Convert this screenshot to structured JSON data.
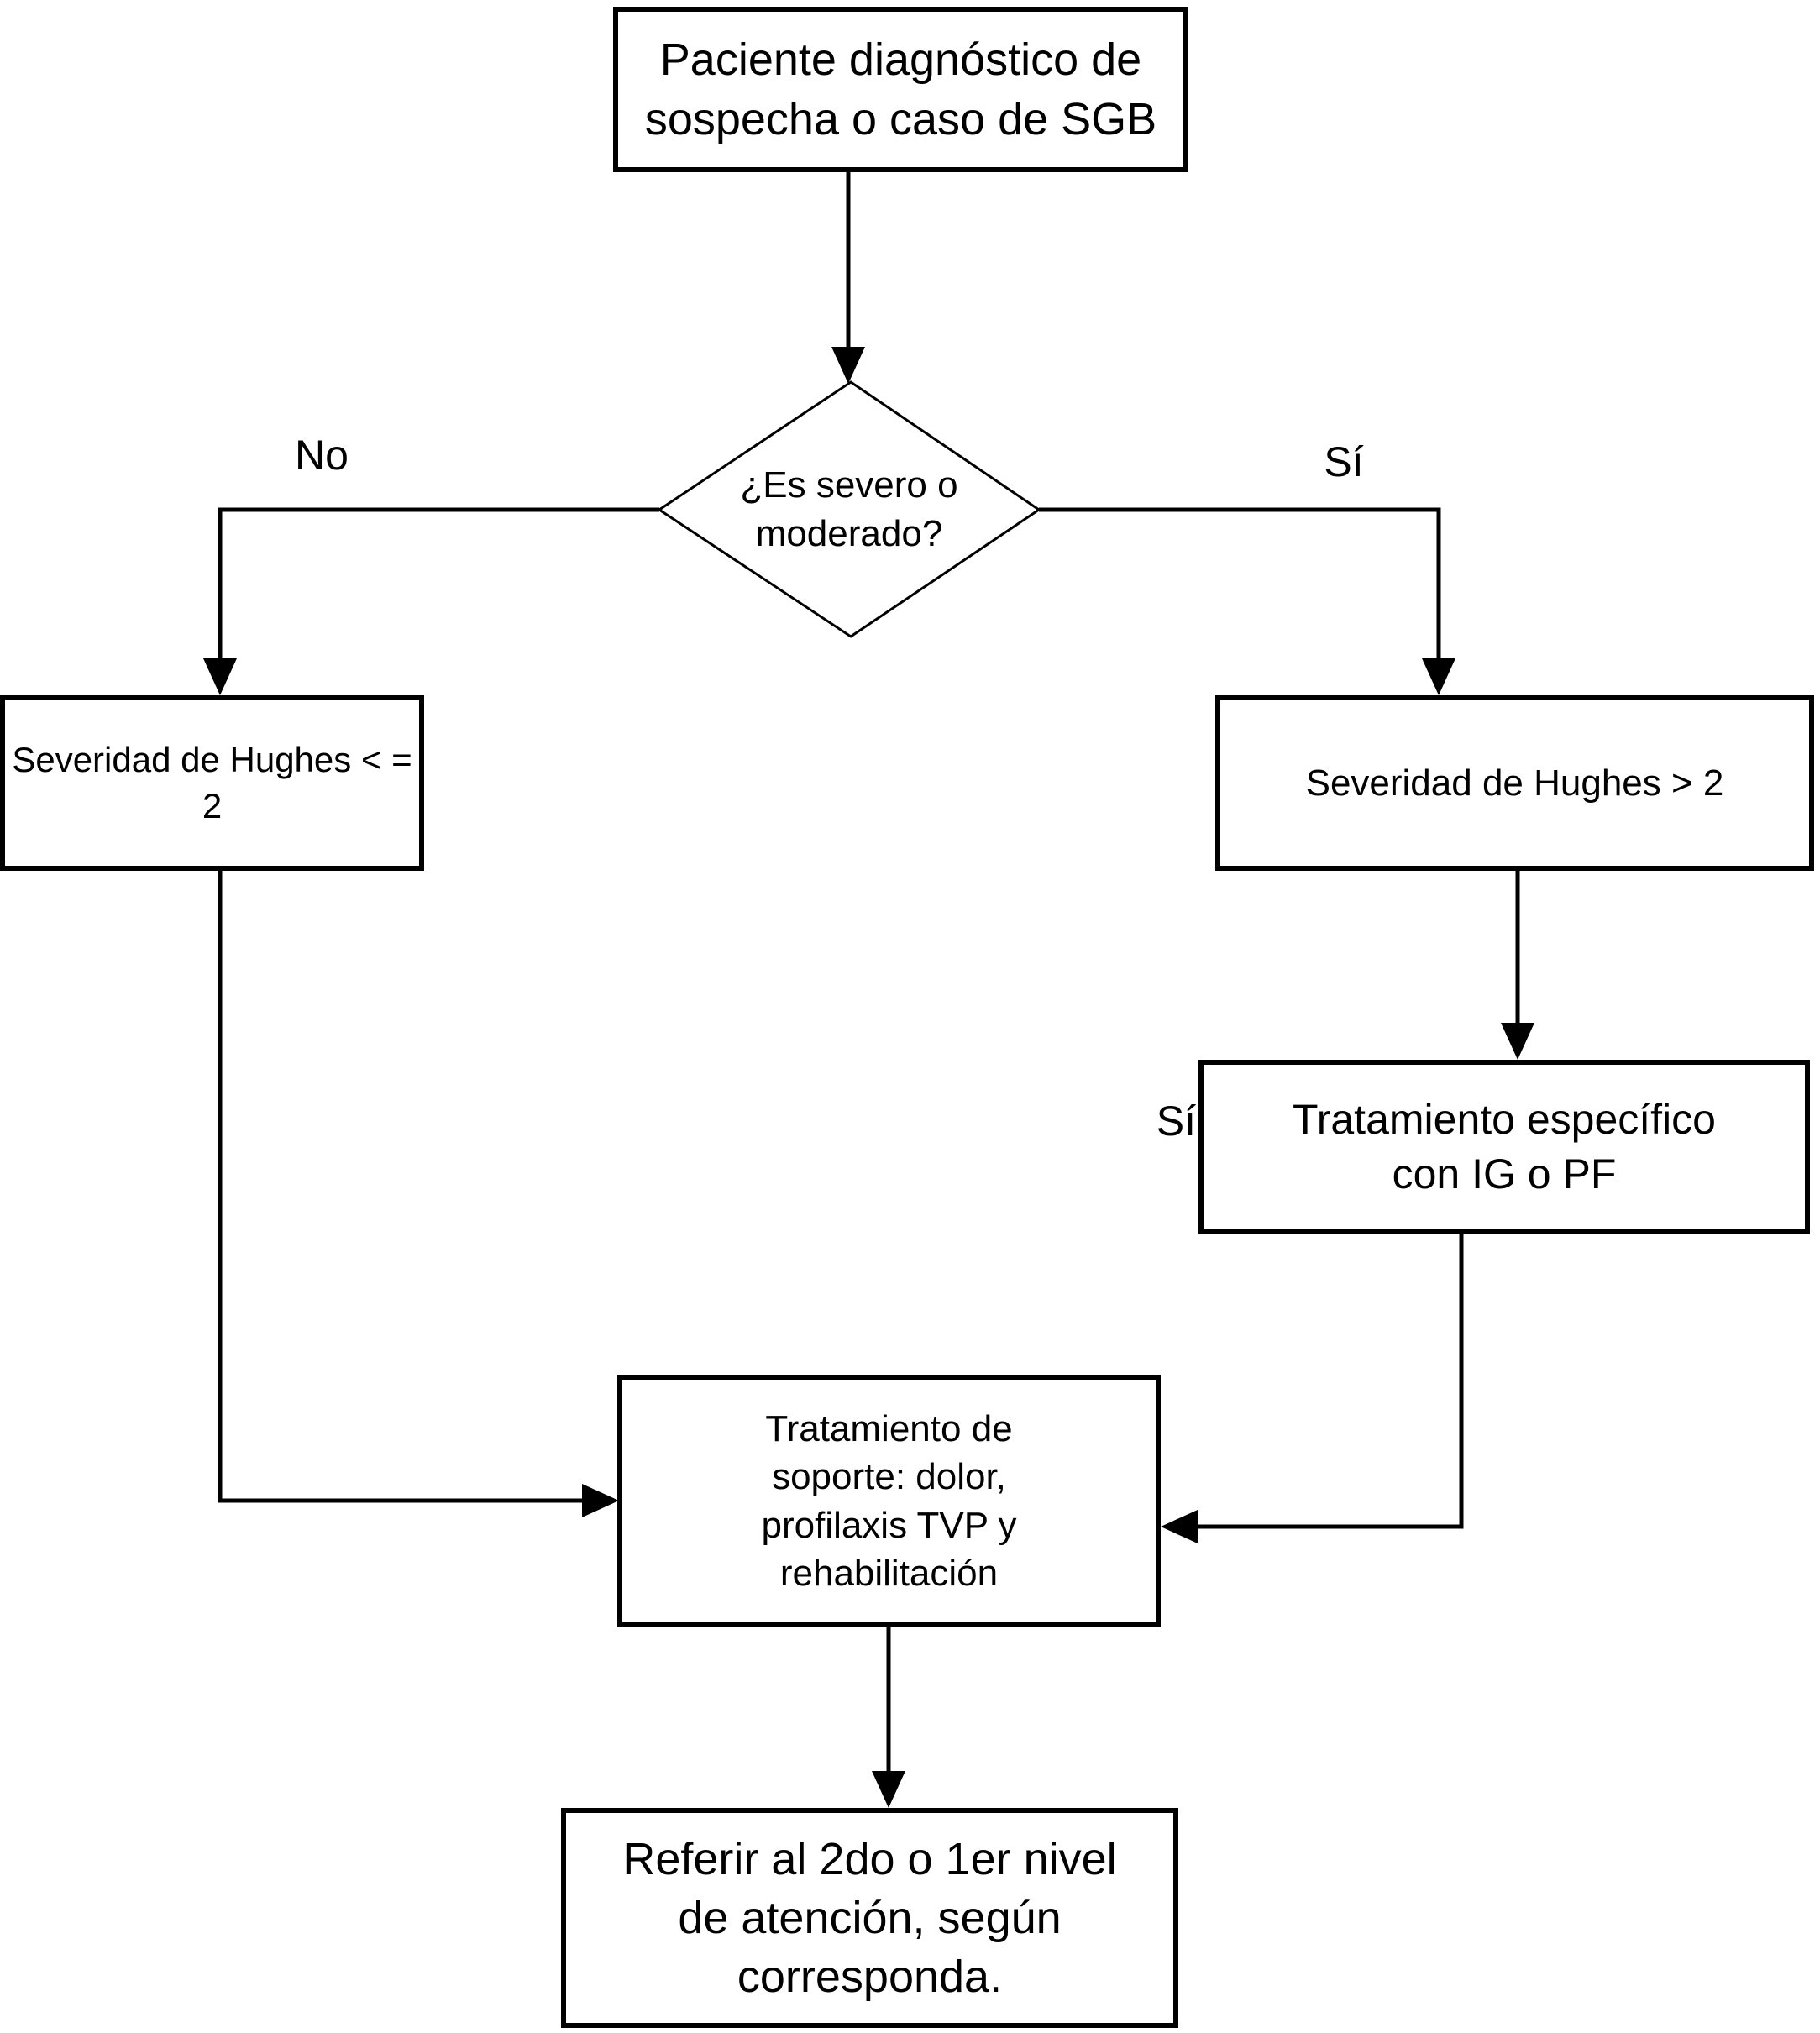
{
  "flowchart": {
    "background": "#ffffff",
    "line_color": "#000000",
    "text_color": "#000000",
    "nodes": {
      "start": {
        "shape": "rect",
        "text": "Paciente diagnóstico de\nsospecha o caso de SGB"
      },
      "decision": {
        "shape": "diamond",
        "text": "¿Es severo o\nmoderado?"
      },
      "hughes_low": {
        "shape": "rect",
        "text": "Severidad de Hughes < =\n2"
      },
      "hughes_high": {
        "shape": "rect",
        "text": "Severidad de Hughes > 2"
      },
      "specific_treatment": {
        "shape": "rect",
        "text": "Tratamiento específico\ncon IG o PF"
      },
      "support_treatment": {
        "shape": "rect",
        "text": "Tratamiento de\nsoporte: dolor,\nprofilaxis TVP y\nrehabilitación"
      },
      "refer": {
        "shape": "rect",
        "text": "Referir al 2do o 1er nivel\nde atención, según\ncorresponda."
      }
    },
    "edge_labels": {
      "no": "No",
      "si_decision": "Sí",
      "si_specific": "Sí"
    },
    "edges": [
      {
        "from": "start",
        "to": "decision",
        "label": ""
      },
      {
        "from": "decision",
        "to": "hughes_low",
        "label": "No"
      },
      {
        "from": "decision",
        "to": "hughes_high",
        "label": "Sí"
      },
      {
        "from": "hughes_high",
        "to": "specific_treatment",
        "label": ""
      },
      {
        "from": "hughes_low",
        "to": "support_treatment",
        "label": ""
      },
      {
        "from": "specific_treatment",
        "to": "support_treatment",
        "label": "Sí"
      },
      {
        "from": "support_treatment",
        "to": "refer",
        "label": ""
      }
    ]
  }
}
